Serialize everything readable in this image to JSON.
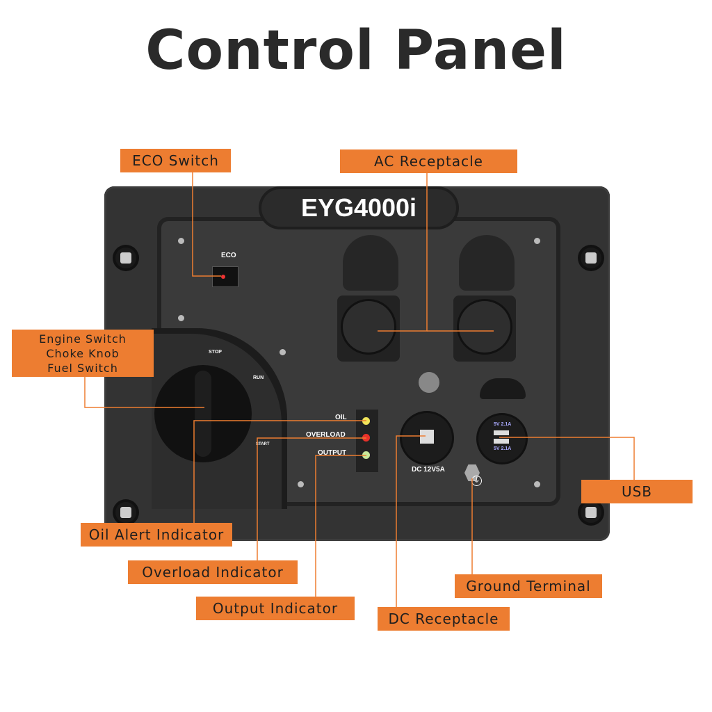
{
  "title": "Control Panel",
  "model": "EYG4000i",
  "panel_text": {
    "eco": "ECO",
    "stop": "STOP",
    "run": "RUN",
    "start": "START",
    "oil": "OIL",
    "overload": "OVERLOAD",
    "output": "OUTPUT",
    "dc_rating": "DC 12V5A",
    "usb_port1": "5V  2.1A",
    "usb_port2": "5V  2.1A"
  },
  "labels": {
    "eco_switch": "ECO Switch",
    "ac_receptacle": "AC Receptacle",
    "engine_switch": [
      "Engine Switch",
      "Choke Knob",
      "Fuel Switch"
    ],
    "usb": "USB",
    "oil_alert": "Oil Alert Indicator",
    "overload": "Overload Indicator",
    "ground": "Ground Terminal",
    "output": "Output Indicator",
    "dc_receptacle": "DC Receptacle"
  },
  "colors": {
    "label_bg": "#ed7d31",
    "panel": "#333333",
    "oil_led": "#f2e45a",
    "overload_led": "#e8312a",
    "output_led": "#c8e89a"
  }
}
